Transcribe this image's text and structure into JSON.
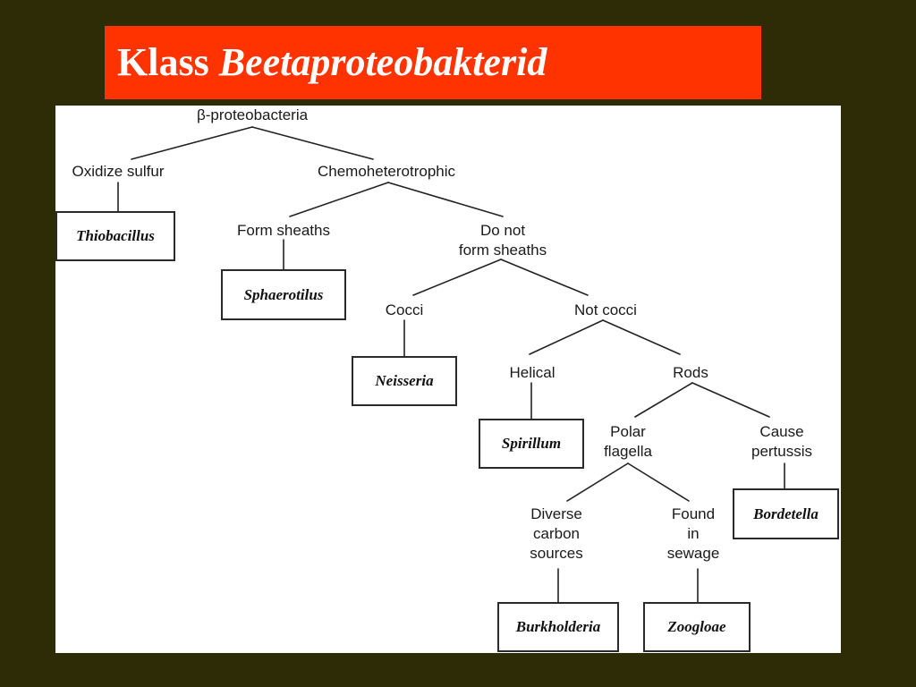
{
  "title": {
    "prefix": "Klass",
    "taxon": "Beetaproteobakterid"
  },
  "tree": {
    "root": "β-proteobacteria",
    "nodes": {
      "oxidize_sulfur": "Oxidize sulfur",
      "chemoheterotrophic": "Chemoheterotrophic",
      "form_sheaths": "Form sheaths",
      "do_not_form_sheaths": "Do not\nform sheaths",
      "cocci": "Cocci",
      "not_cocci": "Not cocci",
      "helical": "Helical",
      "rods": "Rods",
      "polar_flagella": "Polar\nflagella",
      "cause_pertussis": "Cause\npertussis",
      "diverse_carbon_sources": "Diverse\ncarbon\nsources",
      "found_in_sewage": "Found\nin\nsewage"
    },
    "genera": {
      "thiobacillus": "Thiobacillus",
      "sphaerotilus": "Sphaerotilus",
      "neisseria": "Neisseria",
      "spirillum": "Spirillum",
      "bordetella": "Bordetella",
      "burkholderia": "Burkholderia",
      "zoogloae": "Zoogloae"
    }
  }
}
